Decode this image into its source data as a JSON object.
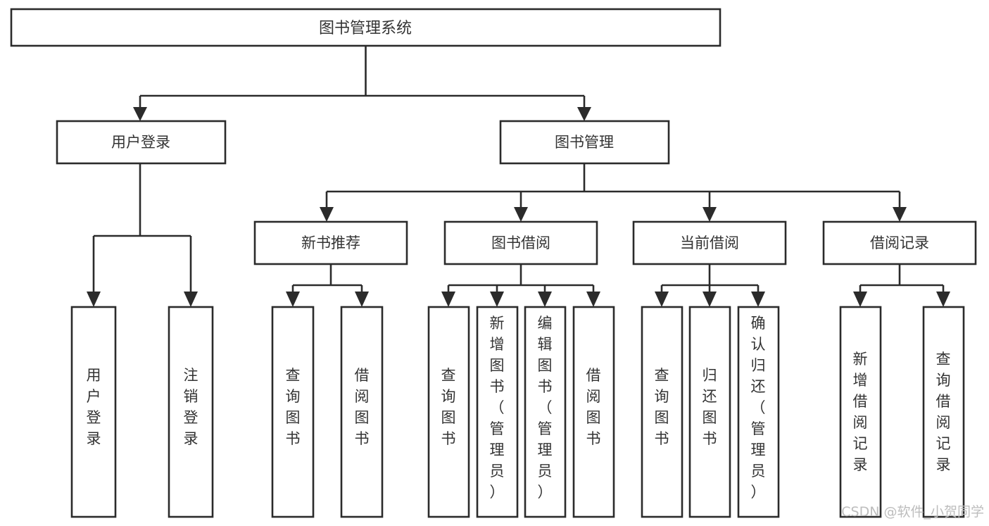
{
  "diagram": {
    "title": "图书管理系统",
    "type": "tree-hierarchy-diagram",
    "colors": {
      "box_fill": "#ffffff",
      "box_stroke": "#2b2b2b",
      "text": "#333333",
      "background": "#ffffff",
      "watermark": "#bdbdbd"
    },
    "root": {
      "label": "图书管理系统"
    },
    "level2": [
      {
        "label": "用户登录"
      },
      {
        "label": "图书管理"
      }
    ],
    "level3": [
      {
        "label": "新书推荐"
      },
      {
        "label": "图书借阅"
      },
      {
        "label": "当前借阅"
      },
      {
        "label": "借阅记录"
      }
    ],
    "leaves": {
      "user_login": [
        {
          "label": "用户登录"
        },
        {
          "label": "注销登录"
        }
      ],
      "new_book_recommend": [
        {
          "label": "查询图书"
        },
        {
          "label": "借阅图书"
        }
      ],
      "book_borrow": [
        {
          "label": "查询图书"
        },
        {
          "label": "新增图书（管理员）"
        },
        {
          "label": "编辑图书（管理员）"
        },
        {
          "label": "借阅图书"
        }
      ],
      "current_borrow": [
        {
          "label": "查询图书"
        },
        {
          "label": "归还图书"
        },
        {
          "label": "确认归还（管理员）"
        }
      ],
      "borrow_record": [
        {
          "label": "新增借阅记录"
        },
        {
          "label": "查询借阅记录"
        }
      ]
    },
    "watermark": "CSDN @软件_小贺同学"
  }
}
